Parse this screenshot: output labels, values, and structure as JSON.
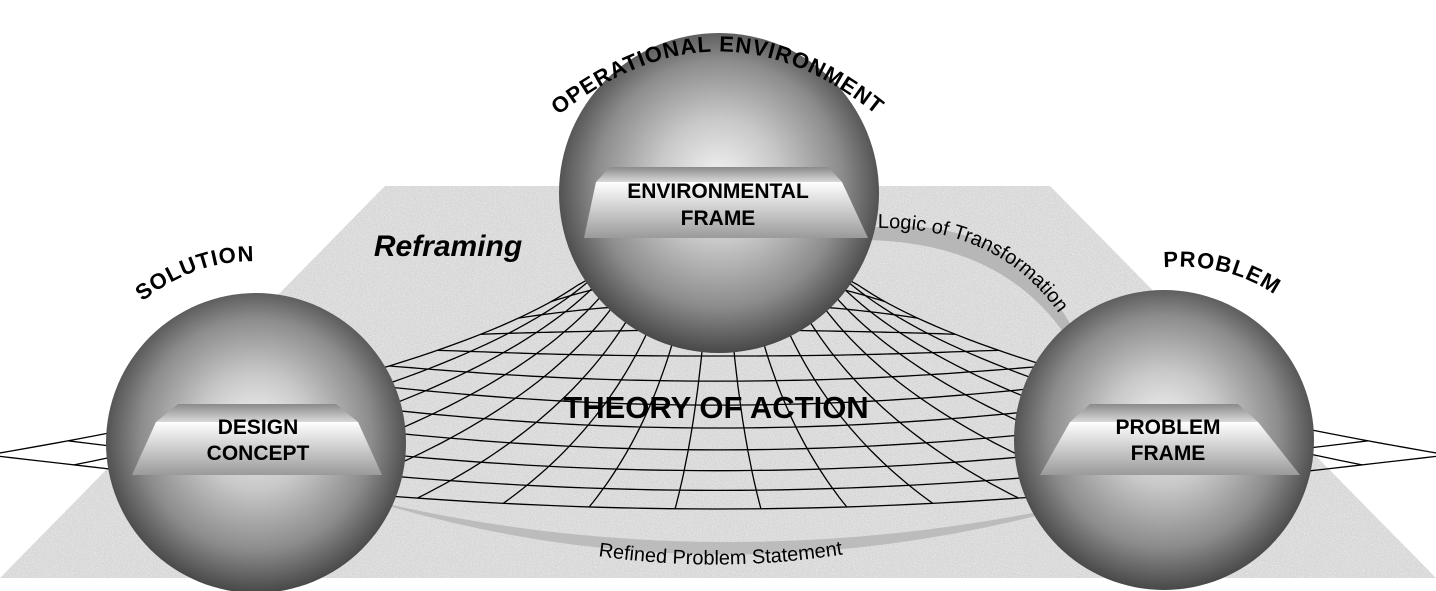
{
  "labels": {
    "operational_environment": "OPERATIONAL ENVIRONMENT",
    "solution": "SOLUTION",
    "problem": "PROBLEM",
    "reframing": "Reframing",
    "theory_of_action": "THEORY OF ACTION",
    "logic_of_transformation": "Logic of Transformation",
    "refined_problem_statement": "Refined Problem Statement"
  },
  "frames": {
    "environmental": [
      "ENVIRONMENTAL",
      "FRAME"
    ],
    "design": [
      "DESIGN",
      "CONCEPT"
    ],
    "problem": [
      "PROBLEM",
      "FRAME"
    ]
  },
  "colors": {
    "plane": "#c9c9c9",
    "sphere_light": "#e6e6e6",
    "sphere_dark": "#3a3a3a",
    "arrow": "#b5b5b5"
  }
}
